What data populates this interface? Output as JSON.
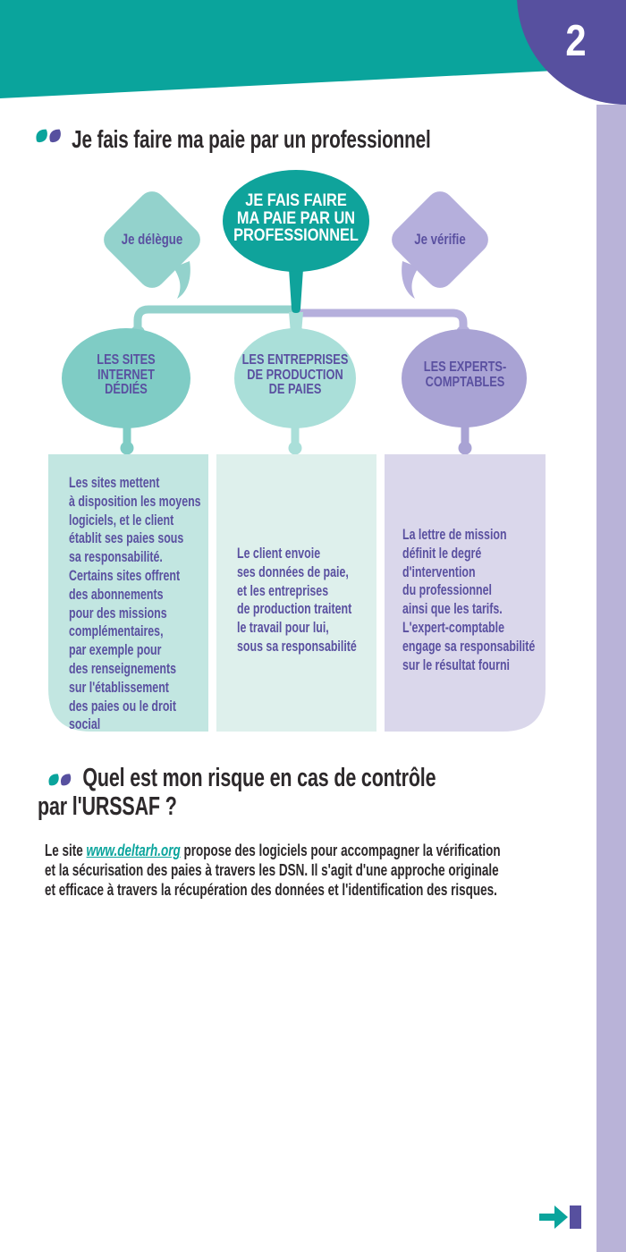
{
  "page": {
    "number": "2",
    "colors": {
      "teal": "#0aa49c",
      "teal_light": "#93d2cc",
      "teal_pale": "#aadfd9",
      "teal_bubble": "#7fccc5",
      "box_teal": "#c2e6e1",
      "box_teal_pale": "#def0ec",
      "purple_dark": "#57509f",
      "purple_mid": "#a9a3d4",
      "purple_light": "#b5afdc",
      "box_purple": "#dad7eb",
      "side_stripe": "#b9b3d8",
      "text_dark": "#2d292b",
      "text_purple": "#5a50a0"
    }
  },
  "heading1": {
    "text": "Je fais faire ma paie par un professionnel"
  },
  "diagram": {
    "root_label": "JE FAIS FAIRE\nMA PAIE PAR UN\nPROFESSIONNEL",
    "delegate_label": "Je délègue",
    "verify_label": "Je vérifie",
    "columns": [
      {
        "bubble_label": "LES SITES\nINTERNET\nDÉDIÉS",
        "description": "Les sites mettent\nà disposition les moyens\nlogiciels, et le client\nétablit ses paies sous\nsa responsabilité.\nCertains sites offrent\ndes abonnements\npour des missions\ncomplémentaires,\npar exemple pour\ndes renseignements\nsur l'établissement\ndes paies ou le droit\nsocial"
      },
      {
        "bubble_label": "LES ENTREPRISES\nDE PRODUCTION\nDE PAIES",
        "description": "Le client envoie\nses données de paie,\net les entreprises\nde production traitent\nle travail pour lui,\nsous sa responsabilité"
      },
      {
        "bubble_label": "LES EXPERTS-\nCOMPTABLES",
        "description": "La lettre de mission\ndéfinit le degré\nd'intervention\ndu professionnel\nainsi que les tarifs.\nL'expert-comptable\nengage sa responsabilité\nsur le résultat fourni"
      }
    ]
  },
  "heading2": {
    "text": "Quel est mon risque en cas de contrôle\npar l'URSSAF ?"
  },
  "paragraph": {
    "before_link": "Le site ",
    "link_text": "www.deltarh.org",
    "after_link": " propose des logiciels pour accompagner la vérification\net la sécurisation des paies à travers les DSN. Il s'agit d'une approche originale\net efficace à travers la récupération des données et l'identification des risques."
  }
}
